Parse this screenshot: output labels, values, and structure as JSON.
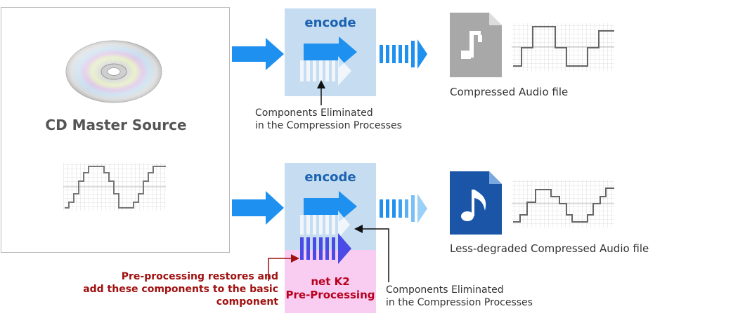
{
  "source": {
    "title": "CD Master Source"
  },
  "top_path": {
    "encode_label": "encode",
    "eliminated_caption": [
      "Components Eliminated",
      "in the Compression Processes"
    ],
    "file_caption": "Compressed Audio file"
  },
  "bottom_path": {
    "encode_label": "encode",
    "k2_label": [
      "net K2",
      "Pre-Processing"
    ],
    "restore_caption": [
      "Pre-processing restores and",
      "add these components to the basic  component"
    ],
    "eliminated_caption": [
      "Components Eliminated",
      "in the Compression Processes"
    ],
    "file_caption": "Less-degraded Compressed Audio file"
  },
  "colors": {
    "arrow_blue": "#1e90f0",
    "encode_bg": "#c6dcf1",
    "k2_bg": "#f9cdf1",
    "file_grey": "#a8a8a8",
    "file_blue": "#1a55a8",
    "restore_arrow": "#4a4ae6"
  },
  "icons": [
    "cd-disc-icon",
    "music-file-grey-icon",
    "music-file-blue-icon"
  ]
}
